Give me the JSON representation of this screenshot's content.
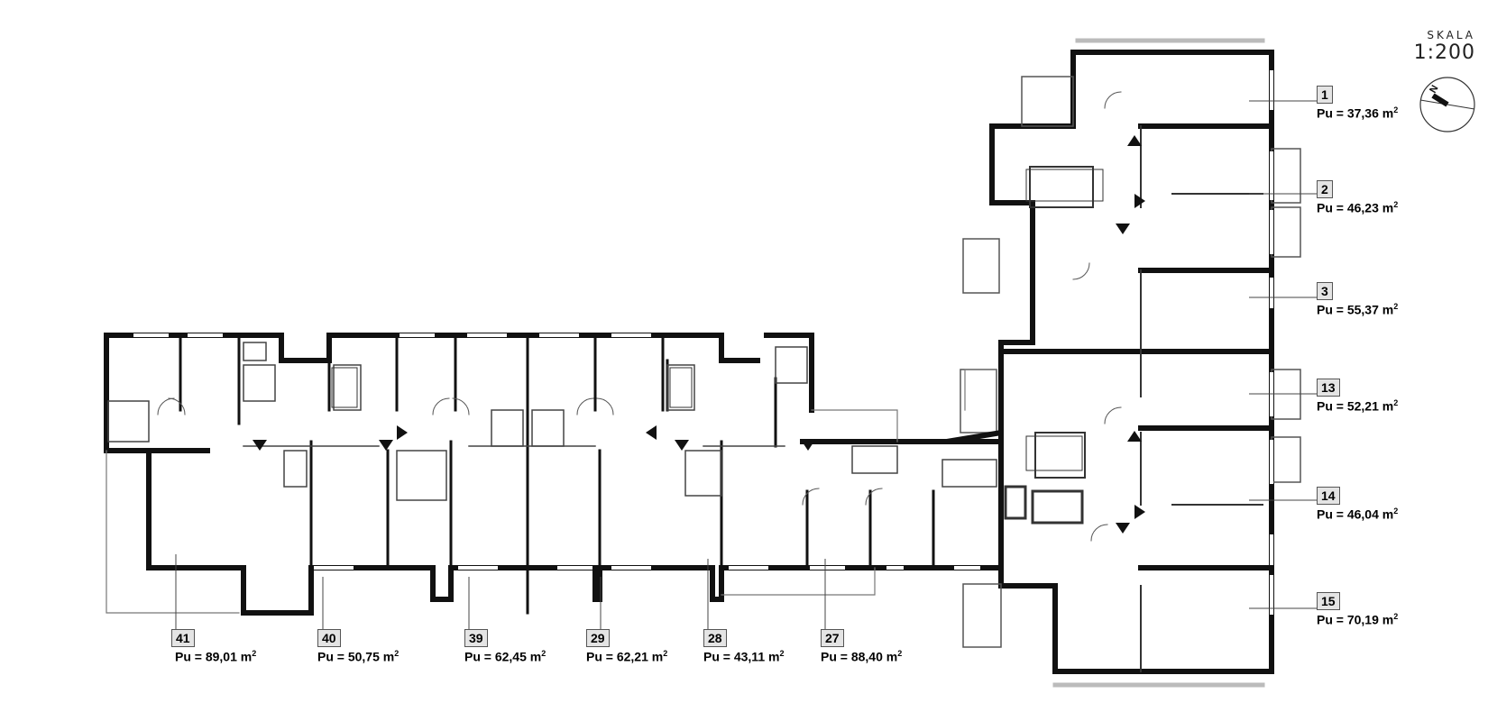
{
  "scale": {
    "label": "SKALA",
    "value": "1:200"
  },
  "compass": {
    "north_label": "N",
    "icon": "compass-north-icon"
  },
  "units": [
    {
      "number": "1",
      "area": "Pu = 37,36 m",
      "unit_sup": "2"
    },
    {
      "number": "2",
      "area": "Pu = 46,23 m",
      "unit_sup": "2"
    },
    {
      "number": "3",
      "area": "Pu = 55,37 m",
      "unit_sup": "2"
    },
    {
      "number": "13",
      "area": "Pu = 52,21 m",
      "unit_sup": "2"
    },
    {
      "number": "14",
      "area": "Pu = 46,04 m",
      "unit_sup": "2"
    },
    {
      "number": "15",
      "area": "Pu = 70,19 m",
      "unit_sup": "2"
    },
    {
      "number": "41",
      "area": "Pu = 89,01 m",
      "unit_sup": "2"
    },
    {
      "number": "40",
      "area": "Pu = 50,75 m",
      "unit_sup": "2"
    },
    {
      "number": "39",
      "area": "Pu = 62,45 m",
      "unit_sup": "2"
    },
    {
      "number": "29",
      "area": "Pu = 62,21 m",
      "unit_sup": "2"
    },
    {
      "number": "28",
      "area": "Pu = 43,11 m",
      "unit_sup": "2"
    },
    {
      "number": "27",
      "area": "Pu = 88,40 m",
      "unit_sup": "2"
    }
  ],
  "colors": {
    "wall": "#111111",
    "line": "#333333",
    "tag_bg": "#e4e4e4"
  }
}
